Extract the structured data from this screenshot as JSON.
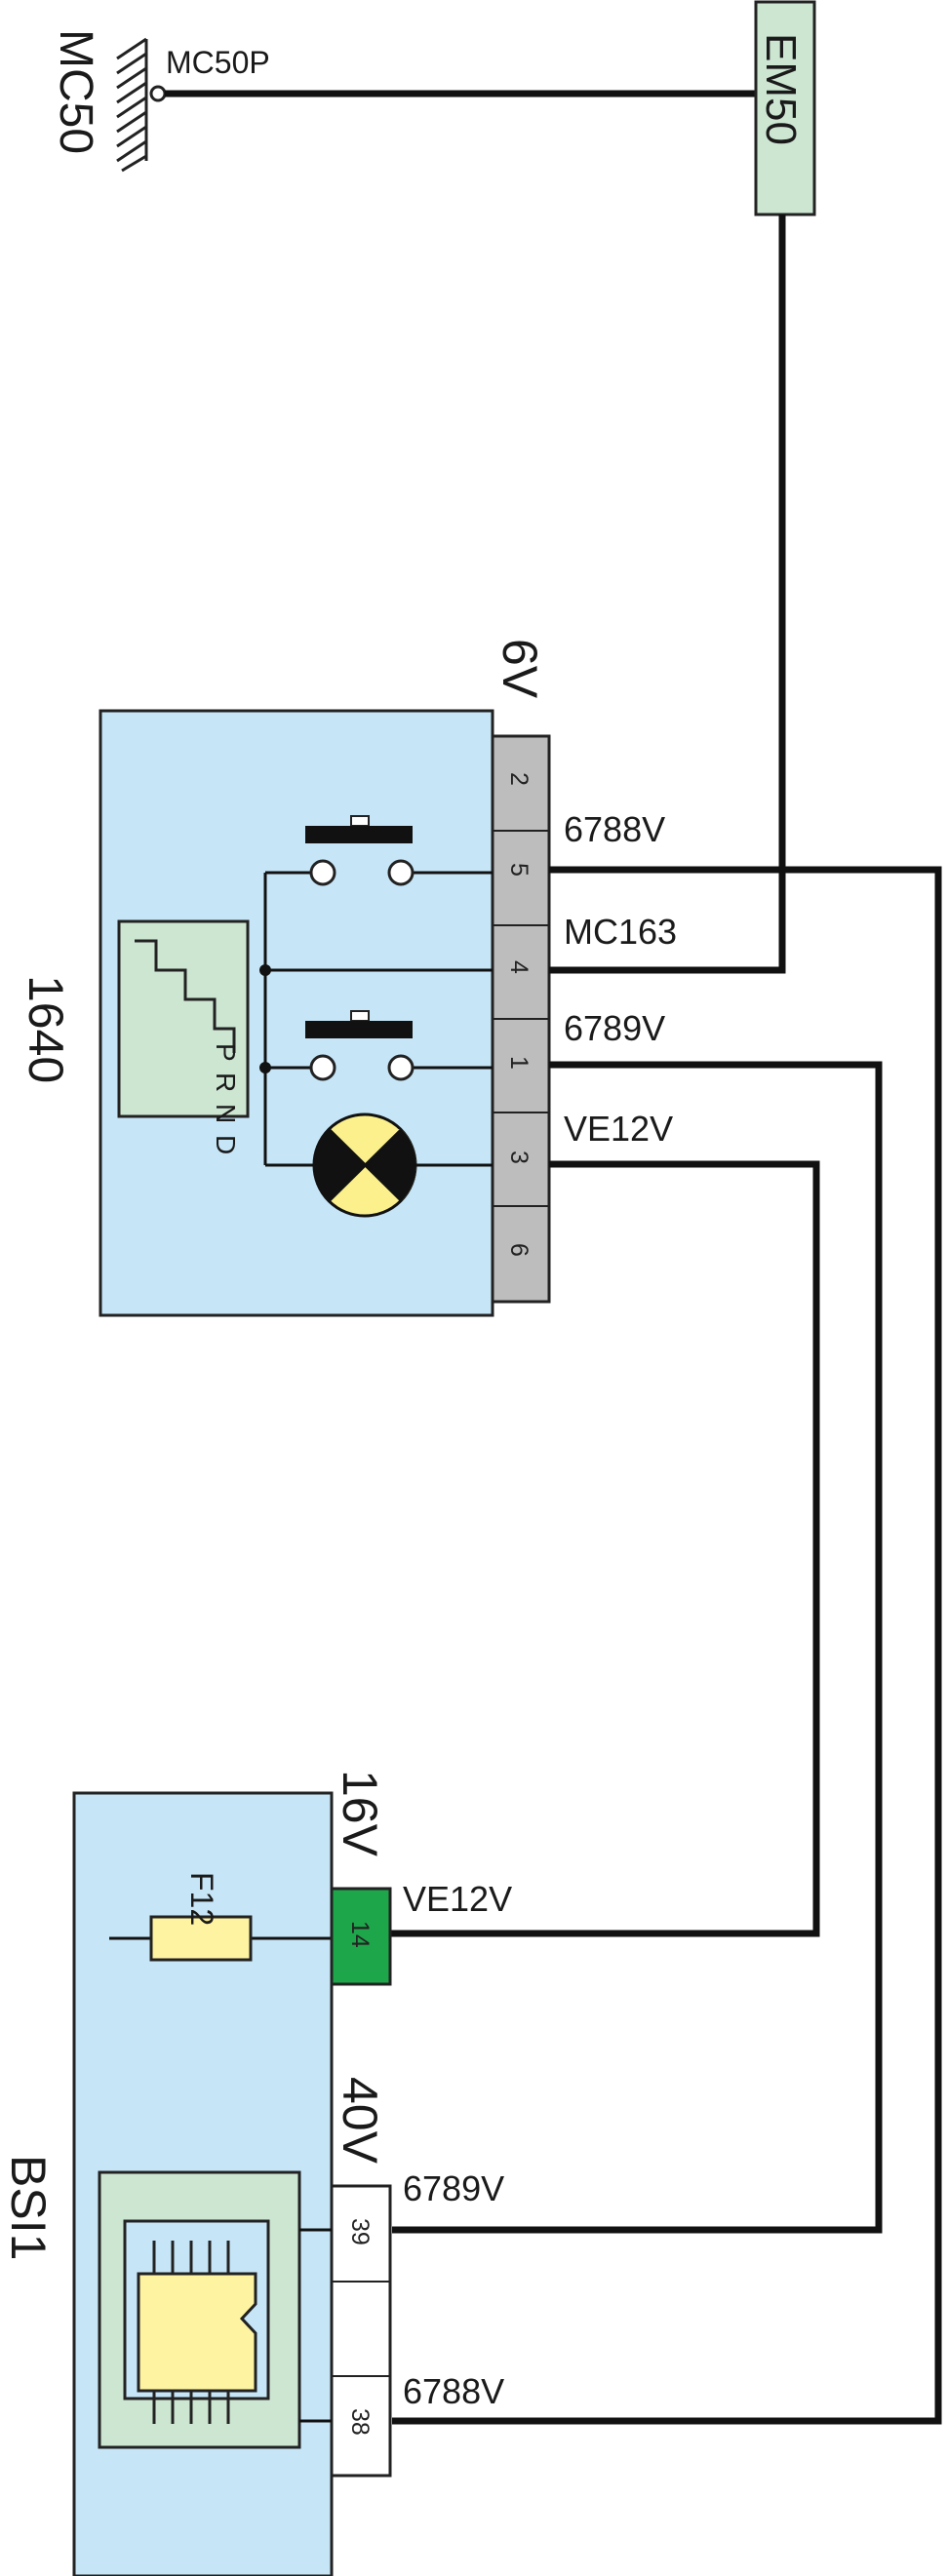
{
  "ground": {
    "name": "MC50",
    "point": "MC50P"
  },
  "splice": {
    "name": "EM50"
  },
  "component_1640": {
    "name": "1640",
    "connector": "6V",
    "pins": [
      "2",
      "5",
      "4",
      "1",
      "3",
      "6"
    ],
    "selector_positions": "P R N D"
  },
  "component_bsi": {
    "name": "BSI1",
    "fuse": "F12",
    "connector_16v": "16V",
    "connector_16v_pins": [
      "14"
    ],
    "connector_40v": "40V",
    "connector_40v_pins": [
      "39",
      "38"
    ]
  },
  "wires": {
    "pin5": "6788V",
    "pin4": "MC163",
    "pin1": "6789V",
    "pin3": "VE12V",
    "bsi14": "VE12V",
    "bsi39": "6789V",
    "bsi38": "6788V"
  },
  "colors": {
    "module_fill": "#c6e6f8",
    "inner_fill": "#cde6d2",
    "connector_gray": "#bdbdbd",
    "connector_green": "#1ea64b",
    "fuse_yellow": "#fdf3a0",
    "lamp_yellow": "#fbf08c"
  }
}
